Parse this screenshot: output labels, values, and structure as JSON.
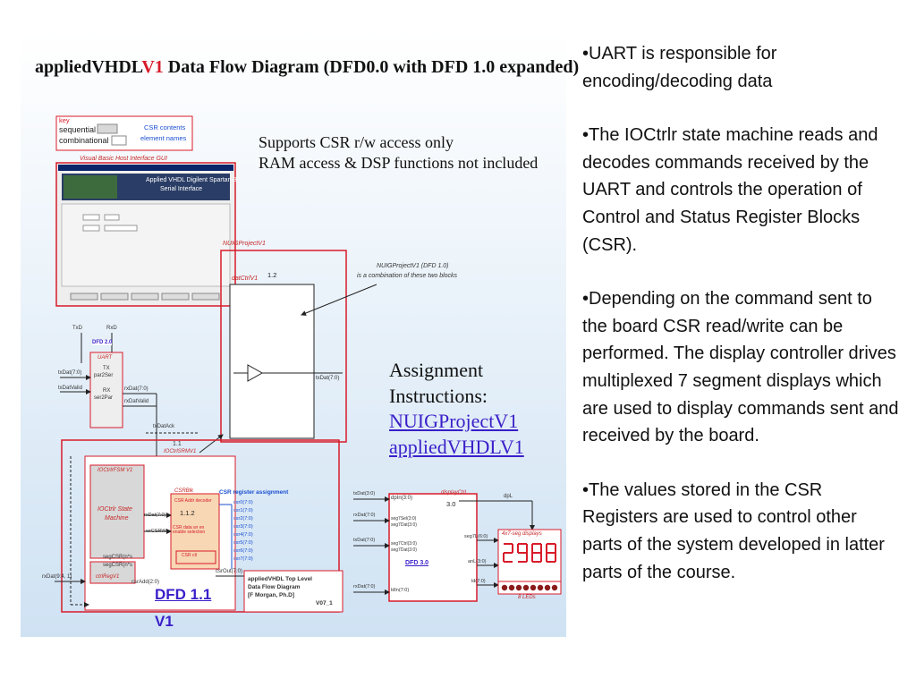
{
  "diagram": {
    "title_prefix": "appliedVHDL",
    "title_v1": "V1",
    "title_rest": " Data Flow Diagram (DFD0.0 with DFD 1.0 expanded)",
    "key": {
      "label": "key",
      "sequential": "sequential",
      "combinational": "combinational",
      "csr_contents": "CSR contents",
      "element_names": "element names"
    },
    "supports_line1": "Supports CSR r/w access only",
    "supports_line2": "RAM access & DSP functions not included",
    "gui": {
      "caption": "Visual Basic Host Interface GUI",
      "header1": "Applied VHDL Digilent Spartan-3",
      "header2": "Serial Interface"
    },
    "nuig_label": "NUIGProjectV1",
    "datctrl_label": "datCtrlV1",
    "datctrl_num": "1.2",
    "nuig_note1": "NUIGProjectV1 (DFD 1.0)",
    "nuig_note2": "is a combination of these two blocks",
    "uart": {
      "txd": "TxD",
      "rxd": "RxD",
      "dfd": "DFD 2.0",
      "name": "UART",
      "tx": "TX",
      "par2ser": "par2Ser",
      "rx": "RX",
      "ser2par": "ser2Par",
      "txdat_in": "txDat(7:0)",
      "txdatvalid_in": "txDatValid",
      "rxdat": "rxDat(7:0)",
      "rxdatvalid": "rxDatValid"
    },
    "txdat_out": "txDat(7:0)",
    "txdatack": "txDatAck",
    "ioctrl": {
      "num": "1.1",
      "label": "IOCtrlSRMV1",
      "fsm": "IOCtrlrFSM V1",
      "state1": "IOCtrlr State",
      "state2": "Machine",
      "ctrlreg": "ctrlRegV1",
      "segcsr1": "segCSR(n*s",
      "segcsr2": "segCSR(n*s"
    },
    "csr": {
      "name": "CSRBlk",
      "num": "1.1.2",
      "addr": "CSR Addr decoder",
      "data": "CSR data wr en enable selection",
      "ctl": "CSR ctl",
      "rxdat": "rxDat(7:0)",
      "wr": "wrCSRWr",
      "csrout": "csrOut(7:0)",
      "assign_title": "CSR register assignment",
      "regs": [
        "csr0(7:0)",
        "csr1(7:0)",
        "csr2(7:0)",
        "csr3(7:0)",
        "csr4(7:0)",
        "csr5(7:0)",
        "csr6(7:0)",
        "csr7(7:0)"
      ],
      "rxdat_side": "rxDat(9:4, 1)",
      "csradd": "csrAdd(2:0)"
    },
    "toplevel": {
      "line1": "appliedVHDL Top Level",
      "line2": "Data Flow Diagram",
      "line3": "[F Morgan, Ph.D]",
      "ver": "V07_1"
    },
    "dfd11": "DFD 1.1",
    "v1_label": "V1",
    "assignment_line1": "Assignment",
    "assignment_line2": "Instructions:",
    "assignment_link1": "NUIGProjectV1",
    "assignment_link2": "appliedVHDLV1",
    "display": {
      "name": "displayCtrl",
      "num": "3.0",
      "dfd": "DFD 3.0",
      "in1": "txDat(3:0)",
      "in2": "rxDat(7:0)",
      "in3": "txDat(7:0)",
      "in4": "rxDat(7:0)",
      "port1": "dpIn(3:0)",
      "port2a": "seg7Sel(3:0)",
      "port2b": "seg7Dat(3:0)",
      "port3a": "seg7Ctrl(3:0)",
      "port3b": "seg7Dat(3:0)",
      "port4": "ldIn(7:0)",
      "dpl": "dpL",
      "seg7l": "seg7L(6:0)",
      "anl": "anL(3:0)",
      "ld": "ld(7:0)",
      "disp_label": "4x7-seg displays",
      "led_label": "8 LEDs"
    }
  },
  "bullets": [
    "•UART is responsible for encoding/decoding data",
    "•The IOCtrlr state machine reads and decodes commands received by the UART and controls the operation of Control and Status Register Blocks (CSR).",
    "•Depending on the command sent to the board CSR read/write can be performed. The display controller drives multiplexed 7 segment displays which are used to display commands sent and received by the board.",
    "•The values stored in the CSR Registers are used to control other parts of the system developed in latter parts of the course."
  ]
}
